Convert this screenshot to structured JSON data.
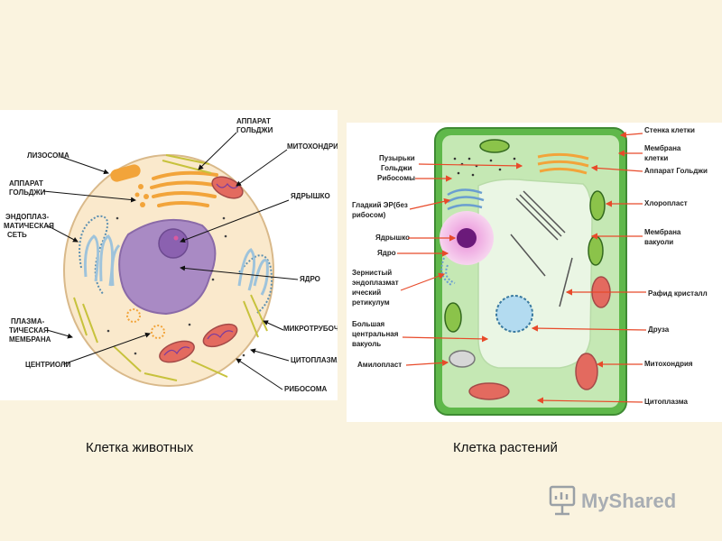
{
  "animal_cell": {
    "caption": "Клетка животных",
    "labels": {
      "lysosome": "ЛИЗОСОМА",
      "golgi_right_1": "АППАРАТ",
      "golgi_right_2": "ГОЛЬДЖИ",
      "mitochondria": "МИТОХОНДРИЯ",
      "golgi_left_1": "АППАРАТ",
      "golgi_left_2": "ГОЛЬДЖИ",
      "nucleolus": "ЯДРЫШКО",
      "er_1": "ЭНДОПЛАЗ-",
      "er_2": "МАТИЧЕСКАЯ",
      "er_3": "СЕТЬ",
      "nucleus": "ЯДРО",
      "membrane_1": "ПЛАЗМА-",
      "membrane_2": "ТИЧЕСКАЯ",
      "membrane_3": "МЕМБРАНА",
      "microtubules": "МИКРОТРУБОЧКИ",
      "centrioles": "ЦЕНТРИОЛИ",
      "cytoplasm": "ЦИТОПЛАЗМА",
      "ribosome": "РИБОСОМА"
    }
  },
  "plant_cell": {
    "caption": "Клетка растений",
    "labels": {
      "vesicles_1": "Пузырьки",
      "vesicles_2": "Гольджи",
      "ribosomes": "Рибосомы",
      "smooth_er_1": "Гладкий ЭР(без",
      "smooth_er_2": "рибосом)",
      "nucleolus": "Ядрышко",
      "nucleus": "Ядро",
      "rough_er_1": "Зернистый",
      "rough_er_2": "эндоплазмат",
      "rough_er_3": "ический",
      "rough_er_4": "ретикулум",
      "vacuole_1": "Большая",
      "vacuole_2": "центральная",
      "vacuole_3": "вакуоль",
      "amyloplast": "Амилопласт",
      "cell_wall": "Стенка клетки",
      "membrane_1": "Мембрана",
      "membrane_2": "клетки",
      "golgi": "Аппарат Гольджи",
      "chloroplast": "Хлоропласт",
      "vacuole_membrane_1": "Мембрана",
      "vacuole_membrane_2": "вакуоли",
      "raphide": "Рафид  кристалл",
      "druse": "Друза",
      "mitochondria": "Митохондрия",
      "cytoplasm": "Цитоплазма"
    }
  },
  "watermark": {
    "text": "MyShared"
  },
  "colors": {
    "background": "#faf3df",
    "animal_cytoplasm": "#fae9cc",
    "nucleus_purple": "#a98ac4",
    "golgi_orange": "#f2a43a",
    "mitochondria": "#e36a5f",
    "plant_wall": "#5fb84a",
    "plant_cytoplasm": "#c5e8b4",
    "vacuole": "#eaf6e4",
    "arrow_red": "#e84a2a"
  }
}
